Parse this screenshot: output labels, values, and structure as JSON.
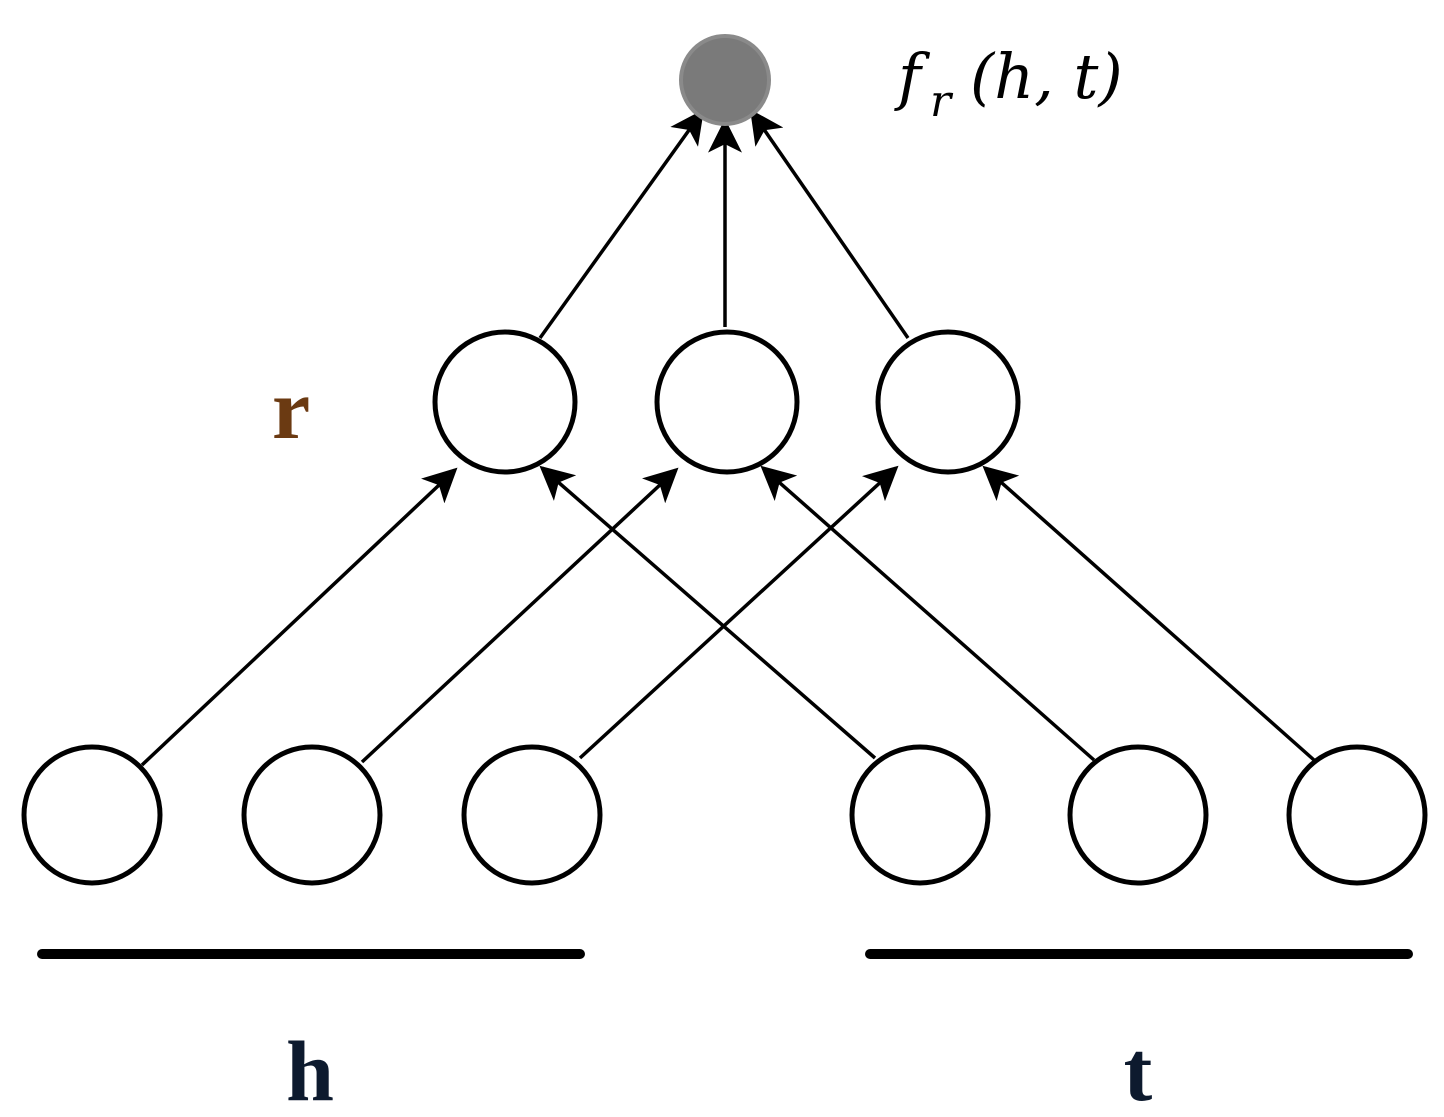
{
  "labels": {
    "output_fn": "f",
    "output_sub": "r",
    "output_args": "(h, t)",
    "relation": "r",
    "head": "h",
    "tail": "t"
  },
  "colors": {
    "output_node_fill": "#7a7a7a",
    "relation_label": "#6b3a12",
    "head_tail_label": "#0d1a2e",
    "stroke": "#000000"
  }
}
